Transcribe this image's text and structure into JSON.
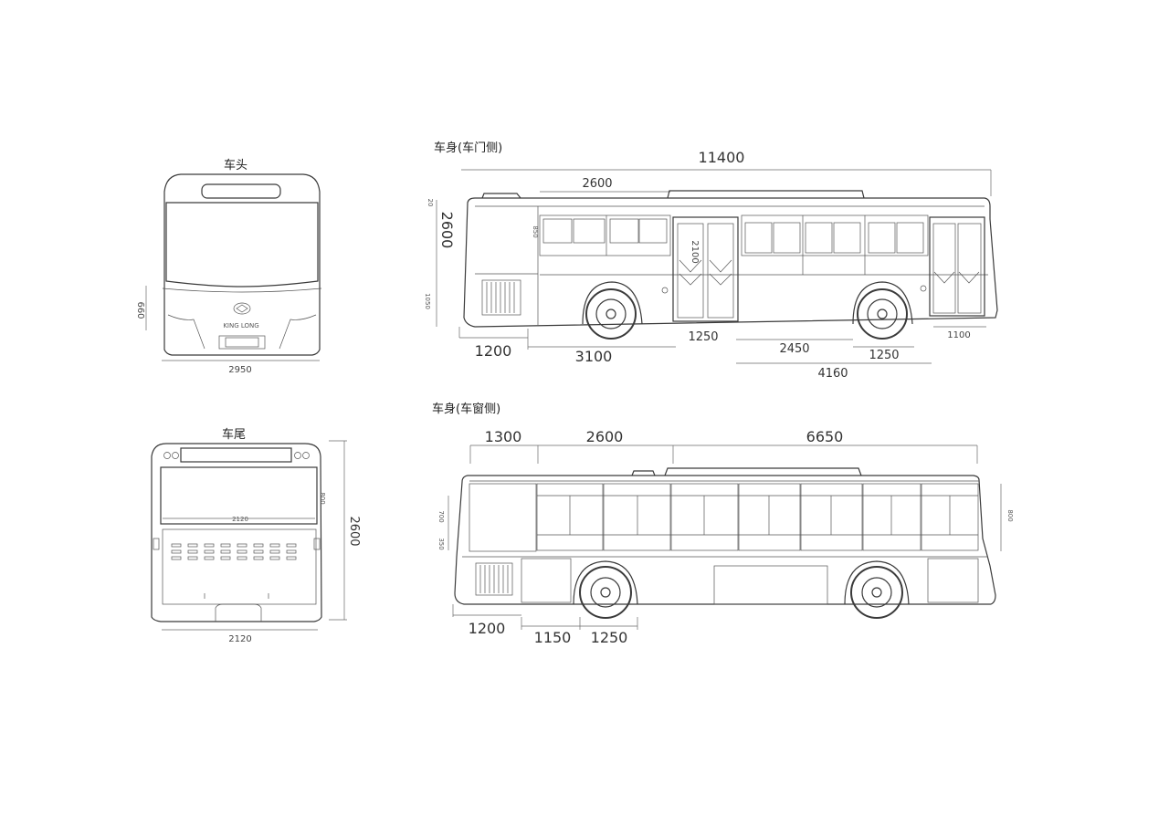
{
  "views": {
    "front": {
      "title": "车头",
      "logo_text": "KING LONG",
      "dims": {
        "width": "2950",
        "lamp_height": "660"
      }
    },
    "rear": {
      "title": "车尾",
      "dims": {
        "inner_width": "2120",
        "bottom_width": "2120",
        "height": "2600",
        "window": "800"
      }
    },
    "door_side": {
      "title": "车身(车门侧)",
      "dims": {
        "length": "11400",
        "height": "2600",
        "top_window": "2600",
        "door_height": "2100",
        "side_small": "1050",
        "top_small": "20",
        "window_small": "850",
        "front_overhang": "1200",
        "front_to_door": "3100",
        "door1_width": "1250",
        "mid": "2450",
        "rear_gap": "1250",
        "wheel_span": "4160",
        "door2_width": "1100"
      }
    },
    "window_side": {
      "title": "车身(车窗侧)",
      "dims": {
        "a": "1300",
        "b": "2600",
        "c": "6650",
        "window_h": "700",
        "skirt_h": "350",
        "right_h": "800",
        "front_overhang": "1200",
        "wheel_a": "1150",
        "wheel_b": "1250"
      }
    }
  }
}
